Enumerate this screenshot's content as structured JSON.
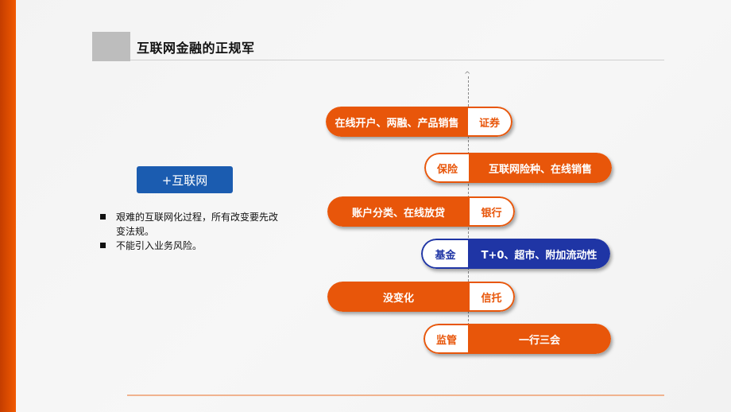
{
  "slide": {
    "title": "互联网金融的正规军",
    "accent_color": "#e8560a",
    "blue_color": "#1f35a5"
  },
  "left_panel": {
    "button_label": "+互联网",
    "bullets": [
      "艰难的互联网化过程，所有改变要先改变法规。",
      "不能引入业务风险。"
    ]
  },
  "rows": [
    {
      "tag": "证券",
      "text": "在线开户、两融、产品销售",
      "side": "left",
      "color": "orange"
    },
    {
      "tag": "保险",
      "text": "互联网险种、在线销售",
      "side": "right",
      "color": "orange"
    },
    {
      "tag": "银行",
      "text": "账户分类、在线放贷",
      "side": "left",
      "color": "orange"
    },
    {
      "tag": "基金",
      "text": "T+0、超市、附加流动性",
      "side": "right",
      "color": "blue"
    },
    {
      "tag": "信托",
      "text": "没变化",
      "side": "left",
      "color": "orange"
    },
    {
      "tag": "监管",
      "text": "一行三会",
      "side": "right",
      "color": "orange"
    }
  ]
}
